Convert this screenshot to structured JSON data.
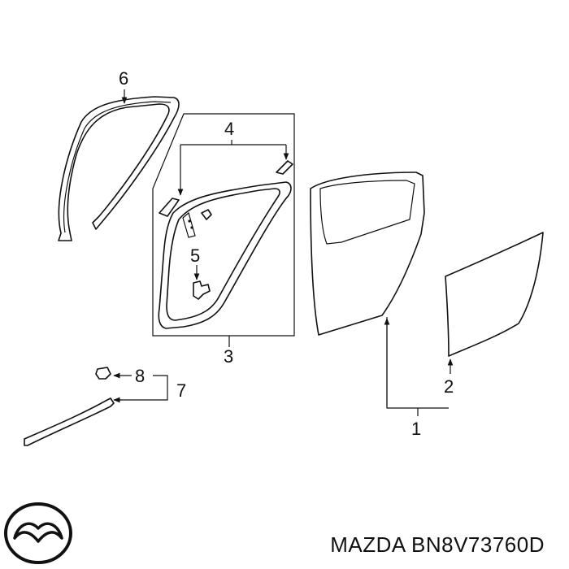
{
  "diagram": {
    "callouts": {
      "c1": "1",
      "c2": "2",
      "c3": "3",
      "c4": "4",
      "c5": "5",
      "c6": "6",
      "c7": "7",
      "c8": "8"
    },
    "parts": [
      "door-shell",
      "door-trim-panel",
      "door-weatherstrip-assembly",
      "weatherstrip-clip",
      "retainer-clip",
      "glass-run-channel",
      "sill-seal-assembly",
      "sill-seal-clip"
    ]
  },
  "caption": {
    "brand": "MAZDA",
    "part_number": "BN8V73760D"
  },
  "logo": {
    "icon": "mazda-logo-icon",
    "color": "#111111"
  }
}
